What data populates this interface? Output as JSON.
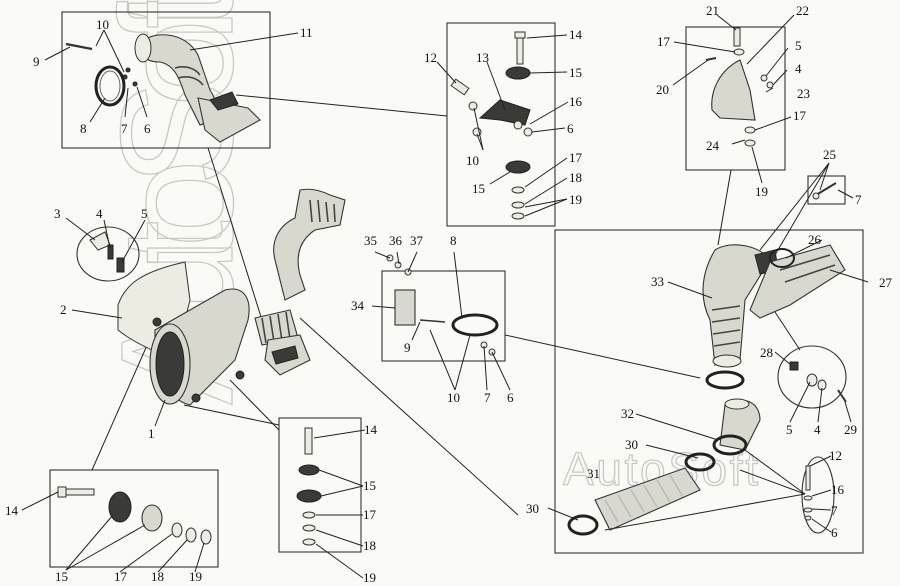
{
  "watermark": {
    "main": "AutoSoft",
    "secondary": "AutoSoft"
  },
  "labels": {
    "l1": "1",
    "l2": "2",
    "l3": "3",
    "l4a": "4",
    "l5a": "5",
    "l6a": "6",
    "l7a": "7",
    "l8a": "8",
    "l9a": "9",
    "l10a": "10",
    "l11": "11",
    "l12a": "12",
    "l13": "13",
    "l14a": "14",
    "l15a": "15",
    "l16a": "16",
    "l6b": "6",
    "l10b": "10",
    "l15b": "15",
    "l17a": "17",
    "l18a": "18",
    "l19a": "19",
    "l21": "21",
    "l22": "22",
    "l17b": "17",
    "l5b": "5",
    "l4b": "4",
    "l20": "20",
    "l23": "23",
    "l17c": "17",
    "l24": "24",
    "l19b": "19",
    "l25": "25",
    "l7b": "7",
    "l35": "35",
    "l36": "36",
    "l37": "37",
    "l8b": "8",
    "l34": "34",
    "l9b": "9",
    "l10c": "10",
    "l7c": "7",
    "l6c": "6",
    "l26": "26",
    "l27": "27",
    "l33": "33",
    "l28": "28",
    "l5c": "5",
    "l4c": "4",
    "l29": "29",
    "l32": "32",
    "l30a": "30",
    "l31": "31",
    "l30b": "30",
    "l12b": "12",
    "l16b": "16",
    "l7d": "7",
    "l6d": "6",
    "l14b": "14",
    "l15c": "15",
    "l17d": "17",
    "l18b": "18",
    "l19c": "19",
    "l14c": "14",
    "l15d": "15",
    "l17e": "17",
    "l18c": "18",
    "l19d": "19"
  }
}
